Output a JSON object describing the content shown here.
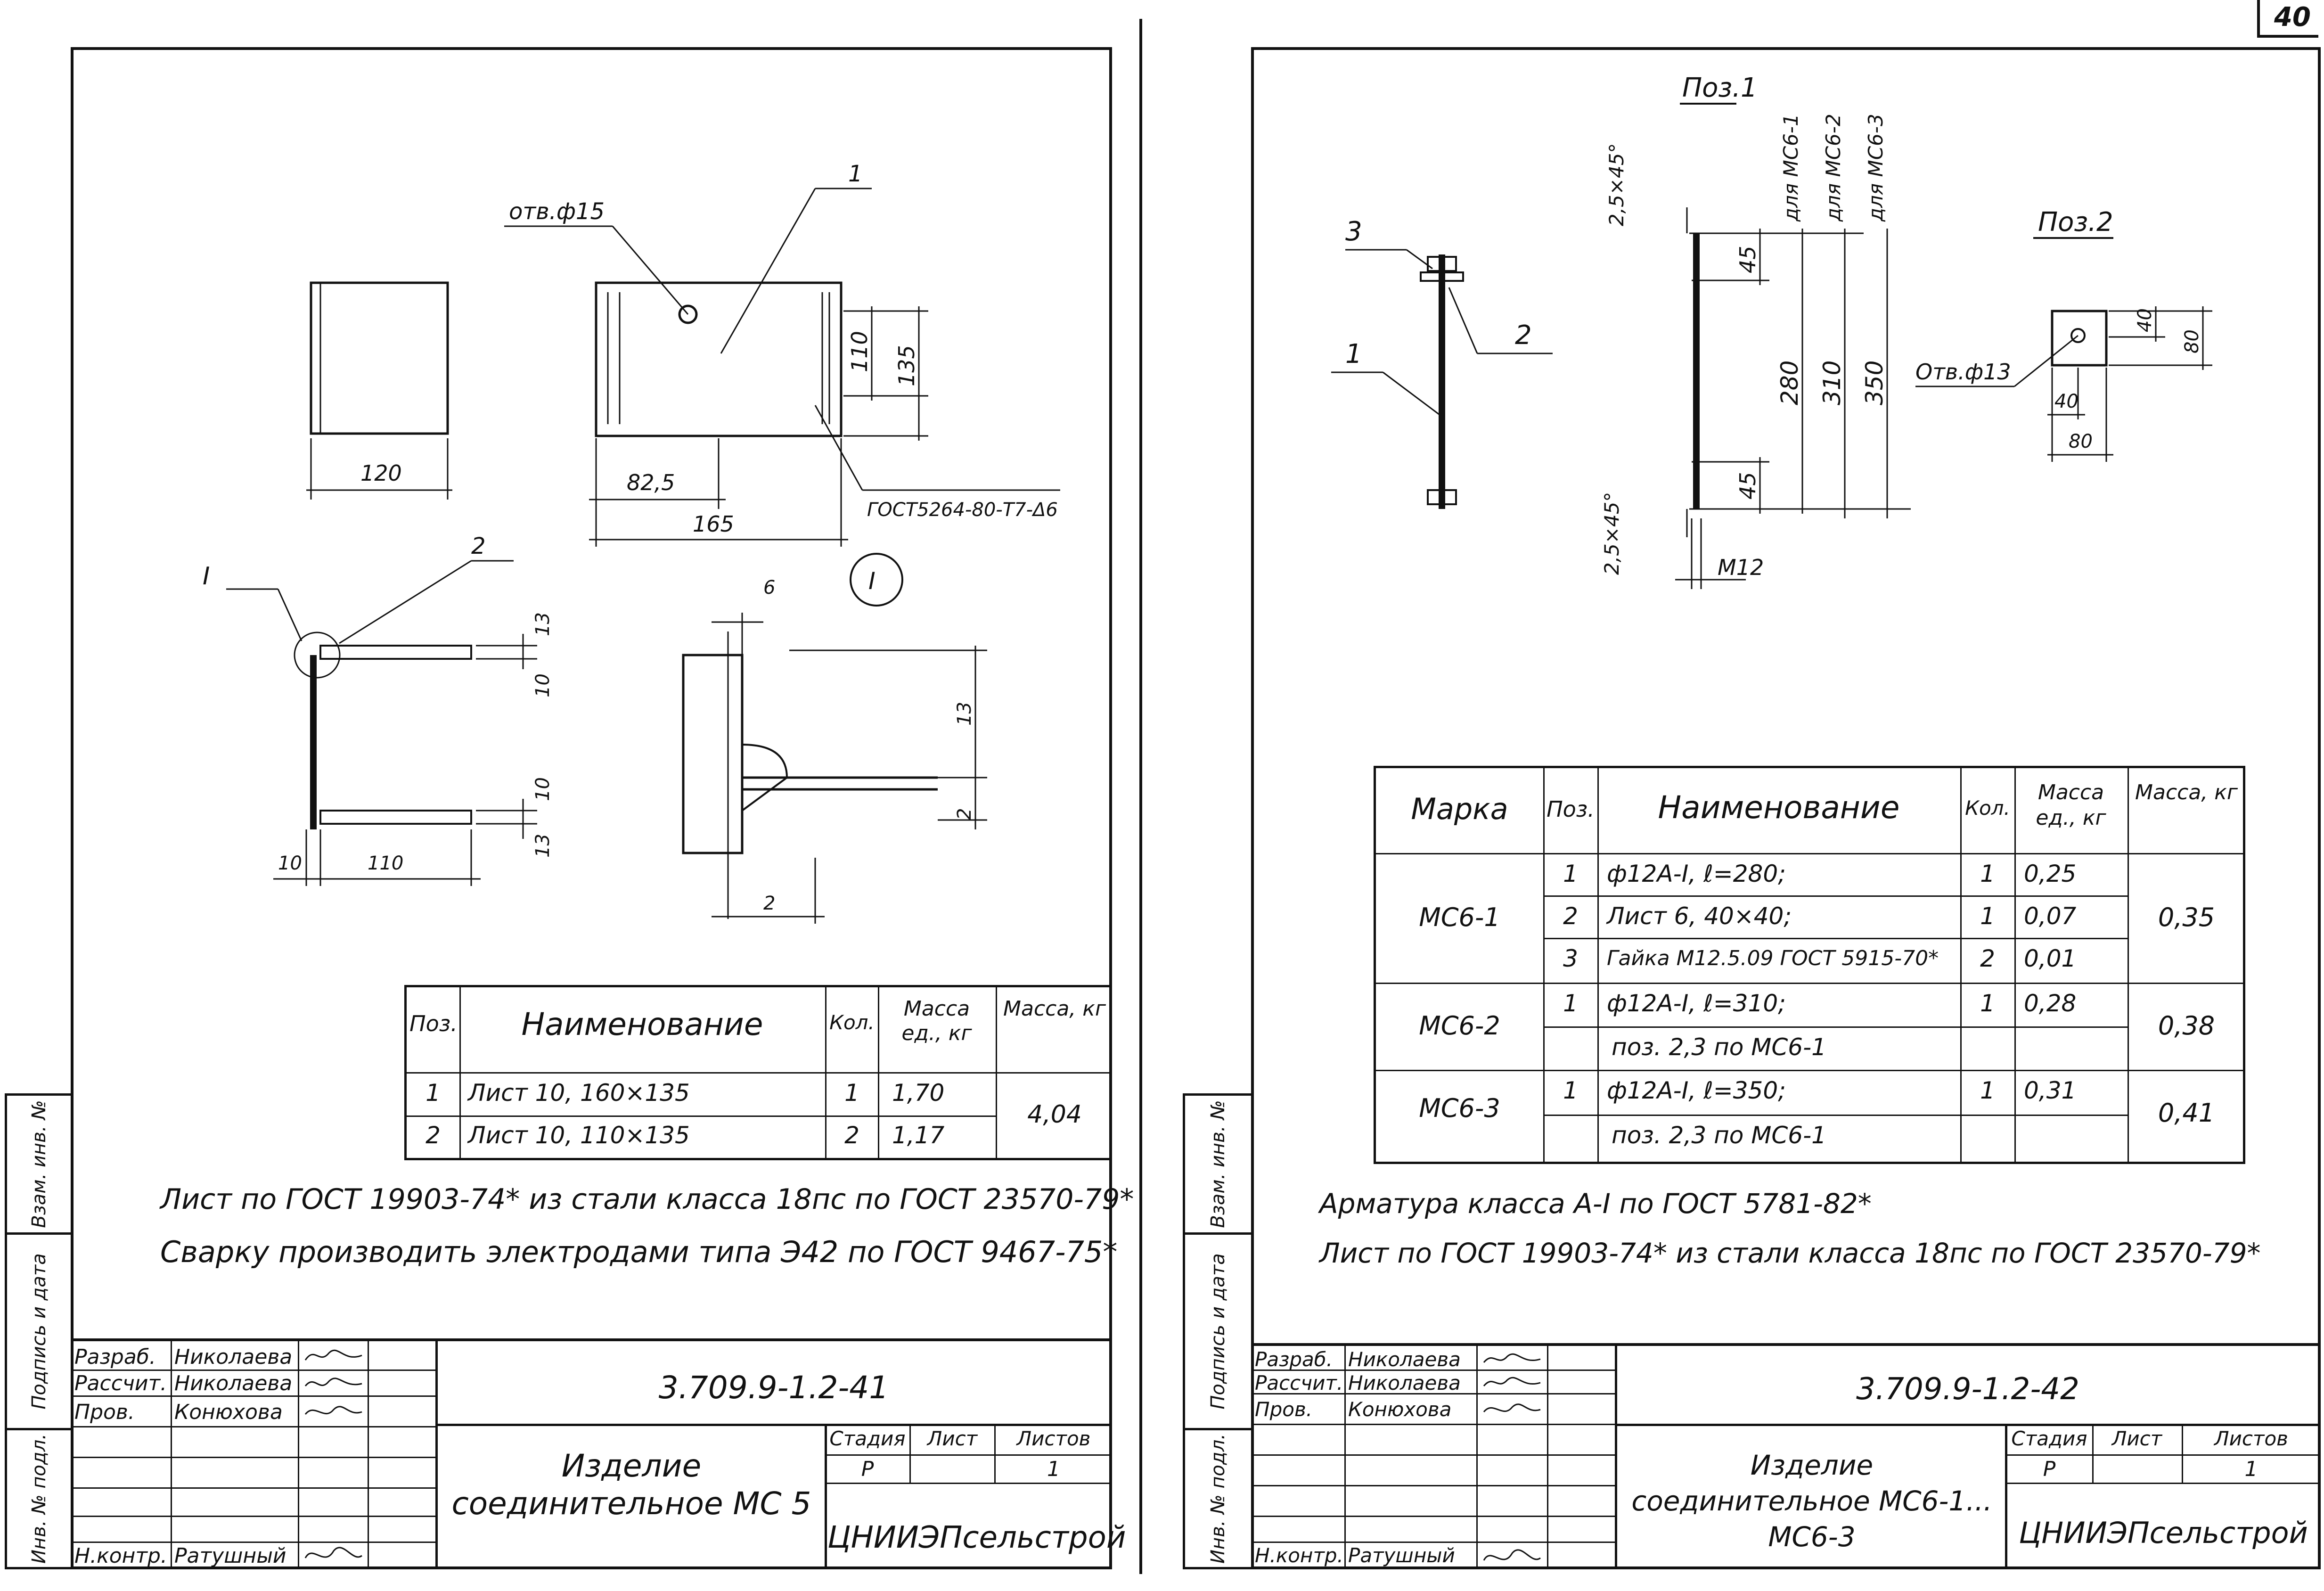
{
  "page_number": "40",
  "left_sheet": {
    "drawing": {
      "hole_label": "отв.ф15",
      "callout_1": "1",
      "callout_2": "2",
      "detail_ref": "I",
      "detail_circle": "I",
      "gost_weld": "ГОСТ5264-80-Т7-Δ6",
      "dims": {
        "d120": "120",
        "d110v": "110",
        "d135": "135",
        "d825": "82,5",
        "d165": "165",
        "d13a": "13",
        "d10a": "10",
        "d10b": "10",
        "d13b": "13",
        "d10h": "10",
        "d110h": "110",
        "d6": "6",
        "d13c": "13",
        "d2a": "2",
        "d2b": "2"
      }
    },
    "table": {
      "headers": [
        "Поз.",
        "Наименование",
        "Кол.",
        "Масса ед., кг",
        "Масса, кг"
      ],
      "rows": [
        {
          "pos": "1",
          "name": "Лист 10, 160×135",
          "qty": "1",
          "unit": "1,70"
        },
        {
          "pos": "2",
          "name": "Лист 10, 110×135",
          "qty": "2",
          "unit": "1,17"
        }
      ],
      "total": "4,04"
    },
    "notes": [
      "Лист по ГОСТ 19903-74* из стали класса 18пс по ГОСТ 23570-79*",
      "Сварку производить электродами типа Э42 по ГОСТ 9467-75*"
    ],
    "title_block": {
      "roles": [
        "Разраб.",
        "Рассчит.",
        "Пров.",
        "",
        "",
        "Н.контр."
      ],
      "names": [
        "Николаева",
        "Николаева",
        "Конюхова",
        "",
        "",
        "Ратушный"
      ],
      "code": "3.709.9-1.2-41",
      "title": "Изделие соединительное МС 5",
      "stage_label": "Стадия",
      "sheet_label": "Лист",
      "sheets_label": "Листов",
      "stage": "Р",
      "sheet": "",
      "sheets": "1",
      "org": "ЦНИИЭПсельстрой"
    }
  },
  "right_sheet": {
    "drawing": {
      "pos1_title": "Поз.1",
      "pos2_title": "Поз.2",
      "callout_3": "3",
      "callout_2": "2",
      "callout_1": "1",
      "chamfer_top": "2,5×45°",
      "chamfer_bottom": "2,5×45°",
      "for1": "для МС6-1",
      "for2": "для МС6-2",
      "for3": "для МС6-3",
      "d45a": "45",
      "d280": "280",
      "d310": "310",
      "d350": "350",
      "d45b": "45",
      "thread": "М12",
      "hole_label": "Отв.ф13",
      "d40v": "40",
      "d80v": "80",
      "d40h": "40",
      "d80h": "80"
    },
    "table": {
      "headers": [
        "Марка",
        "Поз.",
        "Наименование",
        "Кол.",
        "Масса ед., кг",
        "Масса, кг"
      ],
      "groups": [
        {
          "mark": "МС6-1",
          "total": "0,35",
          "rows": [
            {
              "pos": "1",
              "name": "ф12А-I, ℓ=280;",
              "qty": "1",
              "unit": "0,25"
            },
            {
              "pos": "2",
              "name": "Лист 6, 40×40;",
              "qty": "1",
              "unit": "0,07"
            },
            {
              "pos": "3",
              "name": "Гайка М12.5.09 ГОСТ 5915-70*",
              "qty": "2",
              "unit": "0,01"
            }
          ]
        },
        {
          "mark": "МС6-2",
          "total": "0,38",
          "rows": [
            {
              "pos": "1",
              "name": "ф12А-I, ℓ=310;",
              "qty": "1",
              "unit": "0,28"
            },
            {
              "pos": "",
              "name": "поз. 2,3 по МС6-1",
              "qty": "",
              "unit": ""
            }
          ]
        },
        {
          "mark": "МС6-3",
          "total": "0,41",
          "rows": [
            {
              "pos": "1",
              "name": "ф12А-I, ℓ=350;",
              "qty": "1",
              "unit": "0,31"
            },
            {
              "pos": "",
              "name": "поз. 2,3 по МС6-1",
              "qty": "",
              "unit": ""
            }
          ]
        }
      ]
    },
    "notes": [
      "Арматура класса А-I по ГОСТ 5781-82*",
      "Лист по ГОСТ 19903-74* из стали класса 18пс по ГОСТ 23570-79*"
    ],
    "title_block": {
      "roles": [
        "Разраб.",
        "Рассчит.",
        "Пров.",
        "",
        "",
        "Н.контр."
      ],
      "names": [
        "Николаева",
        "Николаева",
        "Конюхова",
        "",
        "",
        "Ратушный"
      ],
      "code": "3.709.9-1.2-42",
      "title": "Изделие соединительное МС6-1... МС6-3",
      "stage_label": "Стадия",
      "sheet_label": "Лист",
      "sheets_label": "Листов",
      "stage": "Р",
      "sheet": "",
      "sheets": "1",
      "org": "ЦНИИЭПсельстрой"
    }
  },
  "side_stamp": [
    "Инв. № подл.",
    "Подпись и дата",
    "Взам. инв. №"
  ]
}
